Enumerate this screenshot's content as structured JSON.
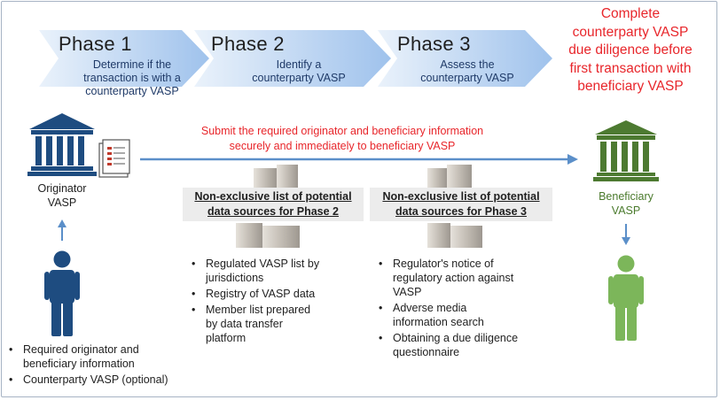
{
  "phases": [
    {
      "title": "Phase 1",
      "desc_l1": "Determine if the",
      "desc_l2": "transaction is with a",
      "desc_l3": "counterparty VASP"
    },
    {
      "title": "Phase 2",
      "desc_l1": "Identify a",
      "desc_l2": "counterparty VASP"
    },
    {
      "title": "Phase 3",
      "desc_l1": "Assess the",
      "desc_l2": "counterparty VASP"
    }
  ],
  "due_diligence": [
    "Complete",
    "counterparty VASP",
    "due diligence before",
    "first transaction with",
    "beneficiary VASP"
  ],
  "submit": [
    "Submit the required originator and beneficiary information",
    "securely and immediately to beneficiary VASP"
  ],
  "originator": {
    "line1": "Originator",
    "line2": "VASP"
  },
  "beneficiary": {
    "line1": "Beneficiary",
    "line2": "VASP"
  },
  "phase2_sources": {
    "heading_l1": "Non-exclusive list of potential",
    "heading_l2": "data sources for Phase 2",
    "items": [
      [
        "Regulated VASP list by",
        "jurisdictions"
      ],
      [
        "Registry of VASP data"
      ],
      [
        "Member list prepared",
        "by data transfer",
        "platform"
      ]
    ]
  },
  "phase3_sources": {
    "heading_l1": "Non-exclusive list of potential",
    "heading_l2": "data sources for Phase 3",
    "items": [
      [
        "Regulator's notice of",
        "regulatory action against",
        "VASP"
      ],
      [
        "Adverse media",
        "information search"
      ],
      [
        "Obtaining a due diligence",
        "questionnaire"
      ]
    ]
  },
  "originator_info": [
    [
      "Required originator and",
      "beneficiary information"
    ],
    [
      "Counterparty VASP (optional)"
    ]
  ],
  "colors": {
    "phase_arrow": "#a9c8ee",
    "bank_blue": "#1e4c80",
    "bank_green": "#4d7a31",
    "person_green": "#7cb65a",
    "accent_red": "#e8262b"
  }
}
